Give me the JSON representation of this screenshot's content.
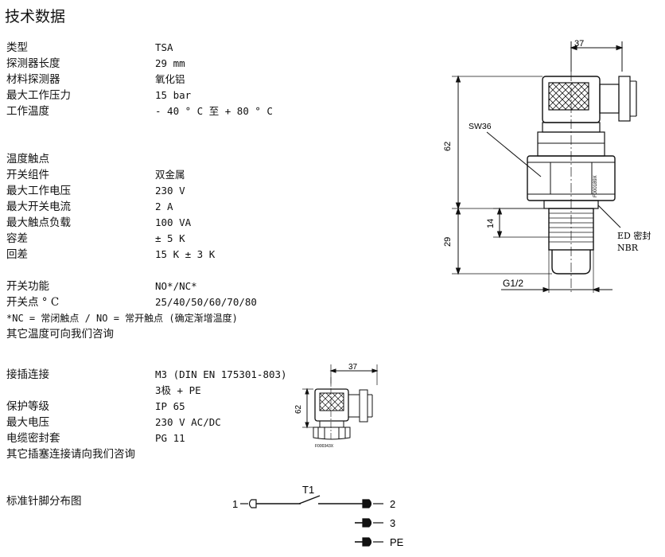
{
  "title": "技术数据",
  "specs1": [
    {
      "label": "类型",
      "value": "TSA"
    },
    {
      "label": "探测器长度",
      "value": "29 mm"
    },
    {
      "label": "材料探测器",
      "value": "氧化铝"
    },
    {
      "label": "最大工作压力",
      "value": "15 bar"
    },
    {
      "label": "工作温度",
      "value": "- 40 ° C 至 + 80 ° C"
    }
  ],
  "specs2": [
    {
      "label": "温度触点",
      "value": ""
    },
    {
      "label": "开关组件",
      "value": "双金属"
    },
    {
      "label": "最大工作电压",
      "value": "230 V"
    },
    {
      "label": "最大开关电流",
      "value": "2 A"
    },
    {
      "label": "最大触点负载",
      "value": "100 VA"
    },
    {
      "label": "容差",
      "value": "± 5 K"
    },
    {
      "label": "回差",
      "value": "15 K ± 3 K"
    }
  ],
  "specs3": [
    {
      "label": "开关功能",
      "value": "NO*/NC*"
    },
    {
      "label": "开关点 ° C",
      "value": "25/40/50/60/70/80"
    }
  ],
  "note1": "*NC = 常闭触点 / NO = 常开触点 (确定渐增温度)",
  "note2": "其它温度可向我们咨询",
  "specs4": [
    {
      "label": "接插连接",
      "value": "M3 (DIN EN 175301-803)"
    },
    {
      "label": "",
      "value": "3极 + PE"
    },
    {
      "label": "保护等级",
      "value": "IP 65"
    },
    {
      "label": "最大电压",
      "value": "230 V AC/DC"
    },
    {
      "label": "电缆密封套",
      "value": "PG 11"
    }
  ],
  "note3": "其它插塞连接请向我们咨询",
  "pin_title": "标准针脚分布图",
  "drawing1": {
    "dim_top": "37",
    "dim_height": "62",
    "dim_thread": "14",
    "dim_probe": "29",
    "wrench": "SW36",
    "seal": "ED 密封",
    "seal2": "NBR",
    "thread": "G1/2",
    "code": "F000189X"
  },
  "drawing2": {
    "dim_top": "37",
    "dim_height": "62",
    "code": "F000343X"
  },
  "wiring": {
    "switch": "T1",
    "pin1": "1",
    "pin2": "2",
    "pin3": "3",
    "pin_pe": "PE"
  }
}
